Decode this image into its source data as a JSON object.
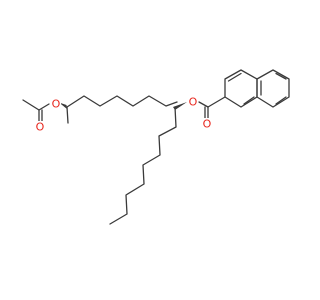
{
  "structure": {
    "atoms": [
      {
        "symbol": "O",
        "color": "#e8261d"
      },
      {
        "symbol": "O",
        "color": "#e8261d"
      },
      {
        "symbol": "O",
        "color": "#e8261d"
      },
      {
        "symbol": "O",
        "color": "#e8261d"
      }
    ],
    "bond_color": "#3a3a3a"
  }
}
